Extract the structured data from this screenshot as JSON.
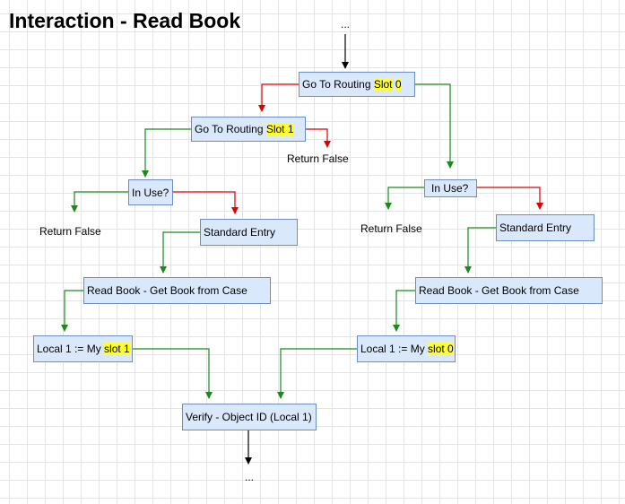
{
  "title": "Interaction - Read Book",
  "colors": {
    "true_edge": "#1a8a1a",
    "false_edge": "#dd0000",
    "flow_edge": "#000000",
    "node_fill": "#dae8fc",
    "node_border": "#6c8ebf",
    "highlight": "#ffff33"
  },
  "ellipsis_top": "...",
  "ellipsis_bottom": "...",
  "nodes": {
    "goto_slot0": {
      "prefix": "Go To Routing ",
      "hl": "Slot",
      "mid": " ",
      "hl2": "0"
    },
    "goto_slot1": {
      "prefix": "Go To Routing ",
      "hl": "Slot 1"
    },
    "inuse_left": {
      "label": "In Use?"
    },
    "inuse_right": {
      "label": "In Use?"
    },
    "std_entry_left": {
      "label": "Standard Entry"
    },
    "std_entry_right": {
      "label": "Standard Entry"
    },
    "readbook_left": {
      "label": "Read Book - Get Book from Case"
    },
    "readbook_right": {
      "label": "Read Book - Get Book from Case"
    },
    "local_slot1": {
      "prefix": "Local 1 := My ",
      "hl": "slot 1"
    },
    "local_slot0": {
      "prefix": "Local 1 := My ",
      "hl": "slot 0"
    },
    "verify": {
      "label": "Verify - Object ID (Local 1)"
    }
  },
  "labels": {
    "return_false_top": "Return False",
    "return_false_left": "Return False",
    "return_false_right": "Return False"
  }
}
